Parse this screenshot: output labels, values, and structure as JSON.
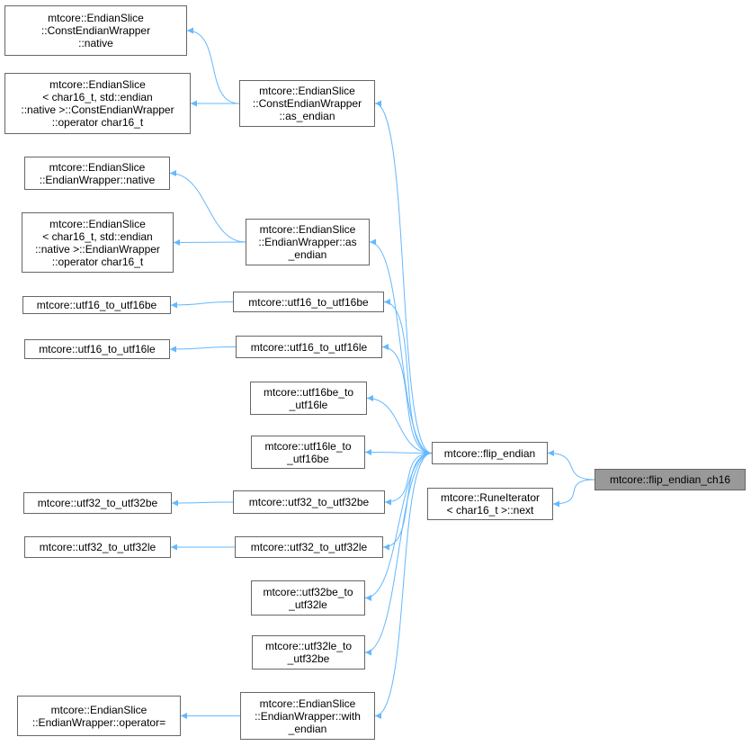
{
  "graph": {
    "type": "caller-graph",
    "edge_color": "#63b8ff",
    "focus_fill": "#999999",
    "node_border": "#666666",
    "nodes": [
      {
        "id": "cew_native",
        "label": "mtcore::EndianSlice\n::ConstEndianWrapper\n::native"
      },
      {
        "id": "cew_op",
        "label": "mtcore::EndianSlice\n< char16_t, std::endian\n::native >::ConstEndianWrapper\n::operator char16_t"
      },
      {
        "id": "cew_as_endian",
        "label": "mtcore::EndianSlice\n::ConstEndianWrapper\n::as_endian"
      },
      {
        "id": "ew_native",
        "label": "mtcore::EndianSlice\n::EndianWrapper::native"
      },
      {
        "id": "ew_op",
        "label": "mtcore::EndianSlice\n< char16_t, std::endian\n::native >::EndianWrapper\n::operator char16_t"
      },
      {
        "id": "ew_as_endian",
        "label": "mtcore::EndianSlice\n::EndianWrapper::as\n_endian"
      },
      {
        "id": "u16_u16be_l",
        "label": "mtcore::utf16_to_utf16be"
      },
      {
        "id": "u16_u16be",
        "label": "mtcore::utf16_to_utf16be"
      },
      {
        "id": "u16_u16le_l",
        "label": "mtcore::utf16_to_utf16le"
      },
      {
        "id": "u16_u16le",
        "label": "mtcore::utf16_to_utf16le"
      },
      {
        "id": "u16be_u16le",
        "label": "mtcore::utf16be_to\n_utf16le"
      },
      {
        "id": "u16le_u16be",
        "label": "mtcore::utf16le_to\n_utf16be"
      },
      {
        "id": "flip_endian",
        "label": "mtcore::flip_endian"
      },
      {
        "id": "flip_endian_ch16",
        "label": "mtcore::flip_endian_ch16"
      },
      {
        "id": "rune_next",
        "label": "mtcore::RuneIterator\n< char16_t >::next"
      },
      {
        "id": "u32_u32be_l",
        "label": "mtcore::utf32_to_utf32be"
      },
      {
        "id": "u32_u32be",
        "label": "mtcore::utf32_to_utf32be"
      },
      {
        "id": "u32_u32le_l",
        "label": "mtcore::utf32_to_utf32le"
      },
      {
        "id": "u32_u32le",
        "label": "mtcore::utf32_to_utf32le"
      },
      {
        "id": "u32be_u32le",
        "label": "mtcore::utf32be_to\n_utf32le"
      },
      {
        "id": "u32le_u32be",
        "label": "mtcore::utf32le_to\n_utf32be"
      },
      {
        "id": "ew_op_assign",
        "label": "mtcore::EndianSlice\n::EndianWrapper::operator="
      },
      {
        "id": "ew_with_endian",
        "label": "mtcore::EndianSlice\n::EndianWrapper::with\n_endian"
      }
    ],
    "edges": [
      {
        "from": "cew_native",
        "to": "cew_as_endian"
      },
      {
        "from": "cew_op",
        "to": "cew_as_endian"
      },
      {
        "from": "ew_native",
        "to": "ew_as_endian"
      },
      {
        "from": "ew_op",
        "to": "ew_as_endian"
      },
      {
        "from": "u16_u16be_l",
        "to": "u16_u16be"
      },
      {
        "from": "u16_u16le_l",
        "to": "u16_u16le"
      },
      {
        "from": "u32_u32be_l",
        "to": "u32_u32be"
      },
      {
        "from": "u32_u32le_l",
        "to": "u32_u32le"
      },
      {
        "from": "ew_op_assign",
        "to": "ew_with_endian"
      },
      {
        "from": "cew_as_endian",
        "to": "flip_endian"
      },
      {
        "from": "ew_as_endian",
        "to": "flip_endian"
      },
      {
        "from": "u16_u16be",
        "to": "flip_endian"
      },
      {
        "from": "u16_u16le",
        "to": "flip_endian"
      },
      {
        "from": "u16be_u16le",
        "to": "flip_endian"
      },
      {
        "from": "u16le_u16be",
        "to": "flip_endian"
      },
      {
        "from": "u32_u32be",
        "to": "flip_endian"
      },
      {
        "from": "u32_u32le",
        "to": "flip_endian"
      },
      {
        "from": "u32be_u32le",
        "to": "flip_endian"
      },
      {
        "from": "u32le_u32be",
        "to": "flip_endian"
      },
      {
        "from": "ew_with_endian",
        "to": "flip_endian"
      },
      {
        "from": "flip_endian",
        "to": "flip_endian_ch16"
      },
      {
        "from": "rune_next",
        "to": "flip_endian_ch16"
      }
    ]
  }
}
